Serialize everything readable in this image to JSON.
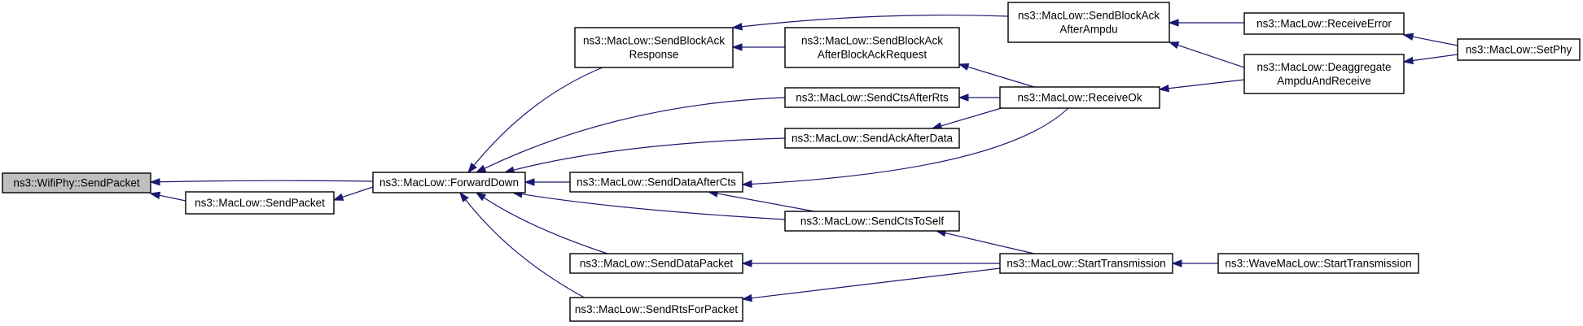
{
  "graph": {
    "colors": {
      "highlight_fill": "#bfbfbf",
      "node_fill": "#ffffff",
      "edge": "#191970",
      "border": "#000000"
    },
    "nodes": [
      {
        "id": "wifiphy_sendpacket",
        "lines": [
          "ns3::WifiPhy::SendPacket"
        ],
        "highlight": true
      },
      {
        "id": "maclow_sendpacket",
        "lines": [
          "ns3::MacLow::SendPacket"
        ]
      },
      {
        "id": "maclow_forwarddown",
        "lines": [
          "ns3::MacLow::ForwardDown"
        ]
      },
      {
        "id": "maclow_sendblockackresponse",
        "lines": [
          "ns3::MacLow::SendBlockAck",
          "Response"
        ]
      },
      {
        "id": "maclow_sendblockackafterblockackrequest",
        "lines": [
          "ns3::MacLow::SendBlockAck",
          "AfterBlockAckRequest"
        ]
      },
      {
        "id": "maclow_sendctsafterrts",
        "lines": [
          "ns3::MacLow::SendCtsAfterRts"
        ]
      },
      {
        "id": "maclow_sendackafterdata",
        "lines": [
          "ns3::MacLow::SendAckAfterData"
        ]
      },
      {
        "id": "maclow_senddataaftercts",
        "lines": [
          "ns3::MacLow::SendDataAfterCts"
        ]
      },
      {
        "id": "maclow_sendctstoself",
        "lines": [
          "ns3::MacLow::SendCtsToSelf"
        ]
      },
      {
        "id": "maclow_senddatapacket",
        "lines": [
          "ns3::MacLow::SendDataPacket"
        ]
      },
      {
        "id": "maclow_sendrtsforpacket",
        "lines": [
          "ns3::MacLow::SendRtsForPacket"
        ]
      },
      {
        "id": "maclow_sendblockackafterampdu",
        "lines": [
          "ns3::MacLow::SendBlockAck",
          "AfterAmpdu"
        ]
      },
      {
        "id": "maclow_receiveok",
        "lines": [
          "ns3::MacLow::ReceiveOk"
        ]
      },
      {
        "id": "maclow_starttransmission",
        "lines": [
          "ns3::MacLow::StartTransmission"
        ]
      },
      {
        "id": "maclow_receiveerror",
        "lines": [
          "ns3::MacLow::ReceiveError"
        ]
      },
      {
        "id": "maclow_deaggregateampduandreceive",
        "lines": [
          "ns3::MacLow::Deaggregate",
          "AmpduAndReceive"
        ]
      },
      {
        "id": "wavemaclow_starttransmission",
        "lines": [
          "ns3::WaveMacLow::StartTransmission"
        ]
      },
      {
        "id": "maclow_setphy",
        "lines": [
          "ns3::MacLow::SetPhy"
        ]
      }
    ],
    "edges": [
      {
        "from": "maclow_sendpacket",
        "to": "wifiphy_sendpacket"
      },
      {
        "from": "maclow_forwarddown",
        "to": "wifiphy_sendpacket"
      },
      {
        "from": "maclow_forwarddown",
        "to": "maclow_sendpacket"
      },
      {
        "from": "maclow_sendblockackresponse",
        "to": "maclow_forwarddown"
      },
      {
        "from": "maclow_sendctsafterrts",
        "to": "maclow_forwarddown"
      },
      {
        "from": "maclow_sendackafterdata",
        "to": "maclow_forwarddown"
      },
      {
        "from": "maclow_senddataaftercts",
        "to": "maclow_forwarddown"
      },
      {
        "from": "maclow_sendctstoself",
        "to": "maclow_forwarddown"
      },
      {
        "from": "maclow_senddatapacket",
        "to": "maclow_forwarddown"
      },
      {
        "from": "maclow_sendrtsforpacket",
        "to": "maclow_forwarddown"
      },
      {
        "from": "maclow_sendblockackafterampdu",
        "to": "maclow_sendblockackresponse"
      },
      {
        "from": "maclow_sendblockackafterblockackrequest",
        "to": "maclow_sendblockackresponse"
      },
      {
        "from": "maclow_receiveok",
        "to": "maclow_sendblockackafterblockackrequest"
      },
      {
        "from": "maclow_receiveok",
        "to": "maclow_sendctsafterrts"
      },
      {
        "from": "maclow_receiveok",
        "to": "maclow_sendackafterdata"
      },
      {
        "from": "maclow_receiveok",
        "to": "maclow_senddataaftercts"
      },
      {
        "from": "maclow_sendctstoself",
        "to": "maclow_senddataaftercts"
      },
      {
        "from": "maclow_starttransmission",
        "to": "maclow_sendctstoself"
      },
      {
        "from": "maclow_starttransmission",
        "to": "maclow_senddatapacket"
      },
      {
        "from": "maclow_starttransmission",
        "to": "maclow_sendrtsforpacket"
      },
      {
        "from": "maclow_receiveerror",
        "to": "maclow_sendblockackafterampdu"
      },
      {
        "from": "maclow_deaggregateampduandreceive",
        "to": "maclow_sendblockackafterampdu"
      },
      {
        "from": "maclow_deaggregateampduandreceive",
        "to": "maclow_receiveok"
      },
      {
        "from": "wavemaclow_starttransmission",
        "to": "maclow_starttransmission"
      },
      {
        "from": "maclow_setphy",
        "to": "maclow_receiveerror"
      },
      {
        "from": "maclow_setphy",
        "to": "maclow_deaggregateampduandreceive"
      }
    ]
  }
}
